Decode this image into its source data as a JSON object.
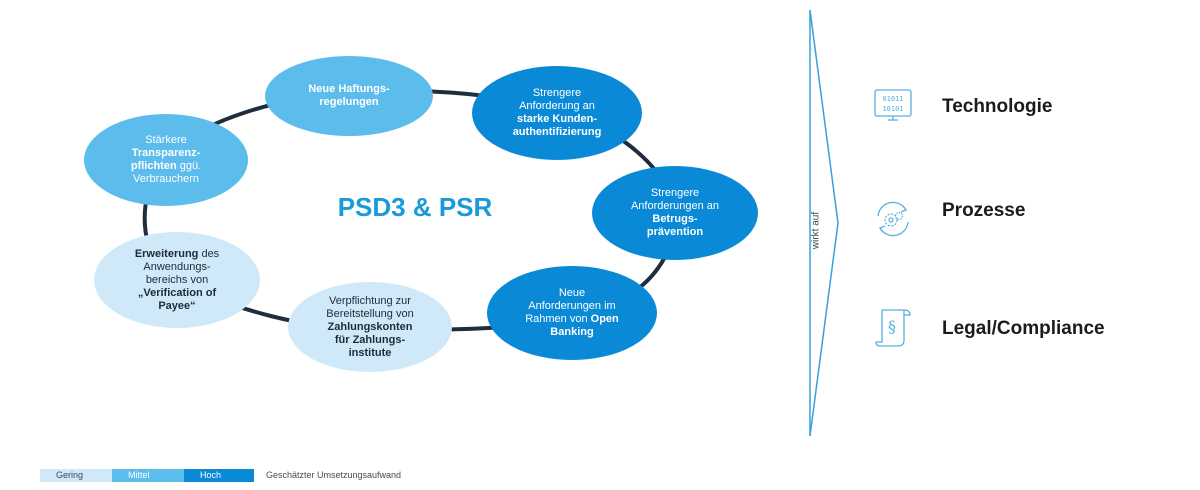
{
  "diagram": {
    "center_title": "PSD3 & PSR",
    "nodes": [
      {
        "id": "haftung",
        "level": "mid",
        "parts": [
          [
            "Neue Haftungs-",
            1
          ],
          [
            "regelungen",
            1
          ]
        ]
      },
      {
        "id": "sca",
        "level": "high",
        "parts": [
          [
            "Strengere",
            0
          ],
          [
            "Anforderung an",
            0
          ],
          [
            "starke Kunden-",
            1
          ],
          [
            "authentifizierung",
            1
          ]
        ]
      },
      {
        "id": "fraud",
        "level": "high",
        "parts": [
          [
            "Strengere",
            0
          ],
          [
            "Anforderungen an",
            0
          ],
          [
            "Betrugs-",
            1
          ],
          [
            "prävention",
            1
          ]
        ]
      },
      {
        "id": "openbanking",
        "level": "high",
        "parts": [
          [
            "Neue",
            0
          ],
          [
            "Anforderungen im",
            0
          ],
          [
            "Rahmen von ",
            0,
            "Open",
            1
          ],
          [
            "Banking",
            1
          ]
        ]
      },
      {
        "id": "zahlungskonten",
        "level": "low",
        "parts": [
          [
            "Verpflichtung zur",
            0
          ],
          [
            "Bereitstellung von",
            0
          ],
          [
            "Zahlungskonten",
            1
          ],
          [
            "für Zahlungs-",
            1
          ],
          [
            "institute",
            1
          ]
        ]
      },
      {
        "id": "vop",
        "level": "low",
        "parts": [
          [
            "Erweiterung",
            1,
            " des",
            0
          ],
          [
            "Anwendungs-",
            0
          ],
          [
            "bereichs von",
            0
          ],
          [
            "„Verification of",
            1
          ],
          [
            "Payee“",
            1
          ]
        ]
      },
      {
        "id": "transparenz",
        "level": "mid",
        "parts": [
          [
            "Stärkere",
            0
          ],
          [
            "Transparenz-",
            1
          ],
          [
            "pflichten",
            1,
            " ggü.",
            0
          ],
          [
            "Verbrauchern",
            0
          ]
        ]
      }
    ]
  },
  "divider": {
    "label": "wirkt auf"
  },
  "impacts": [
    {
      "label": "Technologie",
      "icon": "binary-monitor-icon"
    },
    {
      "label": "Prozesse",
      "icon": "gear-cycle-icon"
    },
    {
      "label": "Legal/Compliance",
      "icon": "paragraph-scroll-icon"
    }
  ],
  "legend": {
    "items": [
      {
        "label": "Gering",
        "level": "low"
      },
      {
        "label": "Mittel",
        "level": "mid"
      },
      {
        "label": "Hoch",
        "level": "high"
      }
    ],
    "caption": "Geschätzter Umsetzungsaufwand"
  },
  "colors": {
    "low": "#cfe9f9",
    "mid": "#5cbcec",
    "high": "#0a8ad6",
    "ring": "#1f2d3d",
    "accent": "#1a9ad9"
  }
}
